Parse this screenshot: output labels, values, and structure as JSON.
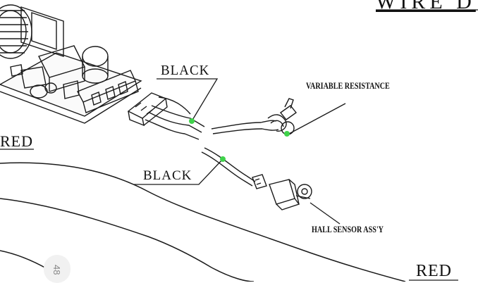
{
  "title": "WIRE D",
  "labels": {
    "black_top": "BLACK",
    "black_bottom": "BLACK",
    "red_left": "RED",
    "red_right": "RED",
    "variable_resistance": "VARIABLE RESISTANCE",
    "hall_sensor": "HALL SENSOR ASS'Y"
  },
  "page_number": "48",
  "colors": {
    "ink": "#1a1a1a",
    "marker": "#3fd24a"
  }
}
